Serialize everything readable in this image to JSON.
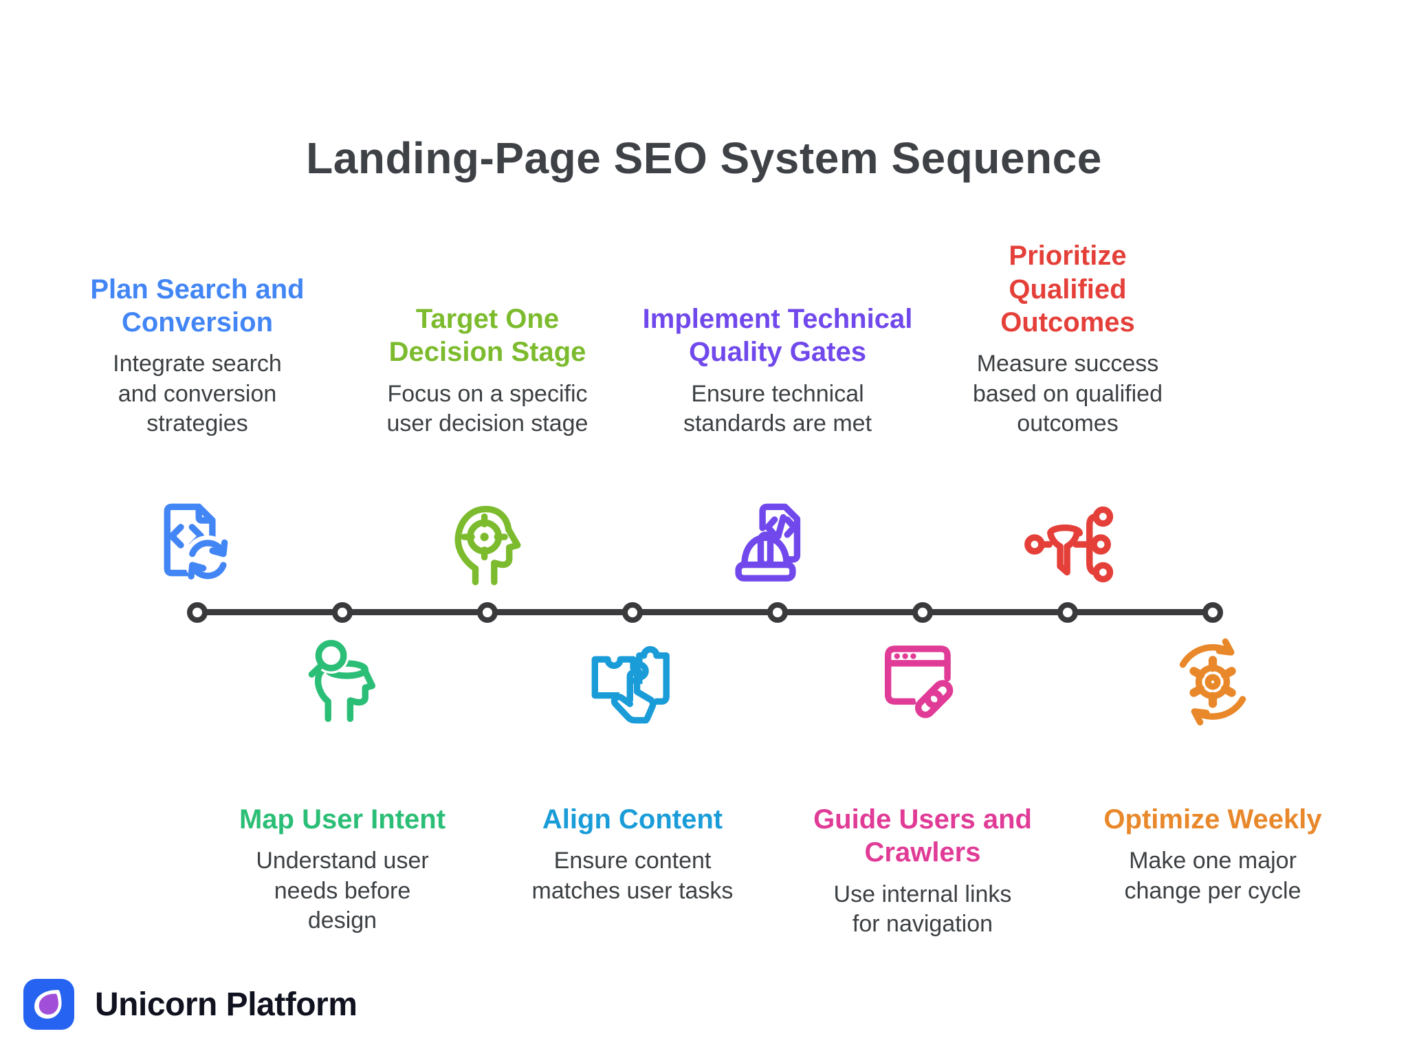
{
  "title": "Landing-Page SEO System Sequence",
  "steps": [
    {
      "heading": "Plan Search and Conversion",
      "description": "Integrate search and conversion strategies",
      "color": "#4285F4",
      "icon": "document-code-sync-icon",
      "side": "top"
    },
    {
      "heading": "Map User Intent",
      "description": "Understand user needs before design",
      "color": "#2BBE76",
      "icon": "head-magnifier-icon",
      "side": "bottom"
    },
    {
      "heading": "Target One Decision Stage",
      "description": "Focus on a specific user decision stage",
      "color": "#7CBB2D",
      "icon": "head-target-icon",
      "side": "top"
    },
    {
      "heading": "Align Content",
      "description": "Ensure content matches user tasks",
      "color": "#1A9CD8",
      "icon": "puzzle-hand-icon",
      "side": "bottom"
    },
    {
      "heading": "Implement Technical Quality Gates",
      "description": "Ensure technical standards are met",
      "color": "#7048EB",
      "icon": "hardhat-code-icon",
      "side": "top"
    },
    {
      "heading": "Guide Users and Crawlers",
      "description": "Use internal links for navigation",
      "color": "#E03B96",
      "icon": "browser-link-icon",
      "side": "bottom"
    },
    {
      "heading": "Prioritize Qualified Outcomes",
      "description": "Measure success based on qualified outcomes",
      "color": "#E43F39",
      "icon": "funnel-branch-icon",
      "side": "top"
    },
    {
      "heading": "Optimize Weekly",
      "description": "Make one major change per cycle",
      "color": "#E8882A",
      "icon": "gear-cycle-icon",
      "side": "bottom"
    }
  ],
  "timeline": {
    "node_count": 8
  },
  "footer": {
    "brand_name": "Unicorn Platform"
  },
  "colors": {
    "background": "#FFFFFF",
    "title_text": "#3E4145",
    "body_text": "#3C4043",
    "line": "#3A3A3C",
    "logo_primary": "#2563F0",
    "logo_accent": "#A14FD8",
    "brand_text": "#10131F"
  }
}
